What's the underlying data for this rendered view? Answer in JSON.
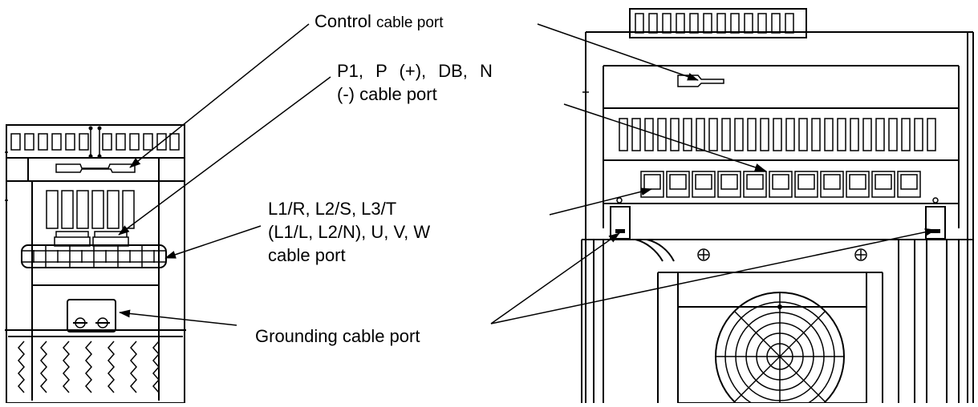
{
  "labels": {
    "control_port_lead": "Control",
    "control_port_tail": "cable port",
    "dc_port_line1": "P1, P (+), DB, N",
    "dc_port_line2": "(-) cable port",
    "main_port_line1": "L1/R, L2/S, L3/T",
    "main_port_line2": "(L1/L, L2/N), U, V, W",
    "main_port_line3": "cable port",
    "ground_port": "Grounding cable port"
  }
}
